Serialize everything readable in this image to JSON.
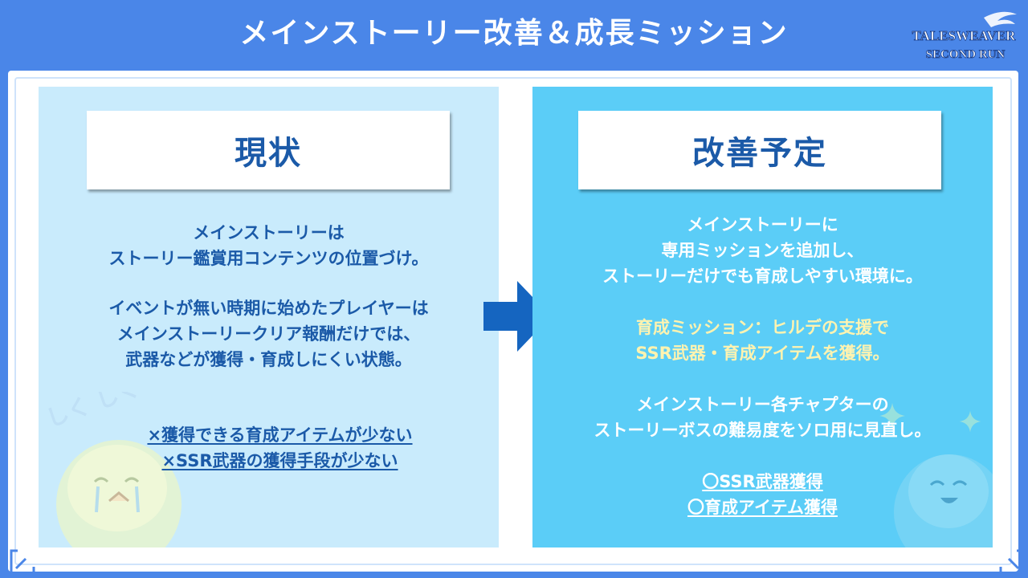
{
  "header": {
    "title": "メインストーリー改善＆成長ミッション",
    "logo_line1": "TALESWEAVER",
    "logo_line2": "SECOND RUN"
  },
  "left_panel": {
    "title": "現状",
    "paragraph1": [
      "メインストーリーは",
      "ストーリー鑑賞用コンテンツの位置づけ。"
    ],
    "paragraph2": [
      "イベントが無い時期に始めたプレイヤーは",
      "メインストーリークリア報酬だけでは、",
      "武器などが獲得・育成しにくい状態。"
    ],
    "issues": [
      "×獲得できる育成アイテムが少ない",
      "×SSR武器の獲得手段が少ない"
    ],
    "deco_text": "しく しく"
  },
  "right_panel": {
    "title": "改善予定",
    "paragraph1": [
      "メインストーリーに",
      "専用ミッションを追加し、",
      "ストーリーだけでも育成しやすい環境に。"
    ],
    "paragraph2": [
      "育成ミッション：ヒルデの支援で",
      "SSR武器・育成アイテムを獲得。"
    ],
    "paragraph3": [
      "メインストーリー各チャプターの",
      "ストーリーボスの難易度をソロ用に見直し。"
    ],
    "benefits": [
      "〇SSR武器獲得",
      "〇育成アイテム獲得"
    ]
  },
  "colors": {
    "header_bg": "#4a86e8",
    "left_panel_bg": "#c9ebfc",
    "right_panel_bg": "#5bcdf7",
    "heading_text": "#1b5aa8",
    "highlight_text": "#fff3b0",
    "arrow": "#1565c0"
  },
  "icons": [
    "right-arrow-icon",
    "crying-mascot-icon",
    "happy-mascot-icon",
    "sparkle-icon",
    "corner-ornament-icon"
  ]
}
